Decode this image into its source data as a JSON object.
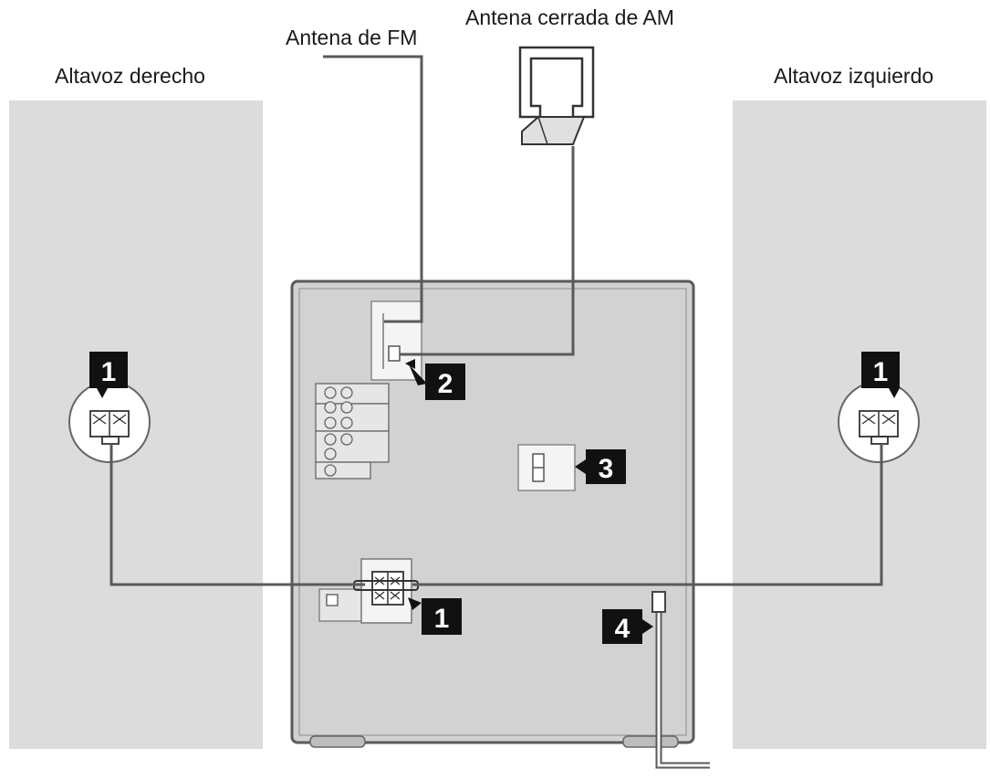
{
  "labels": {
    "fm_antenna": "Antena de FM",
    "am_loop_antenna": "Antena cerrada de AM",
    "right_speaker": "Altavoz derecho",
    "left_speaker": "Altavoz izquierdo"
  },
  "callouts": {
    "speaker_right": "1",
    "speaker_left": "1",
    "speaker_terminals": "1",
    "antenna_terminals": "2",
    "voltage_selector": "3",
    "power_cord": "4"
  },
  "colors": {
    "panel": "#dcdcdc",
    "unit": "#d2d2d2",
    "outline": "#555555",
    "badge": "#111111"
  }
}
